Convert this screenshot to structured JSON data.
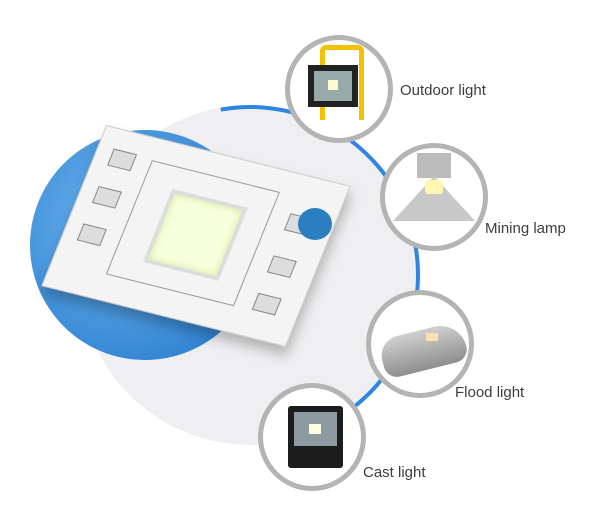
{
  "products": [
    {
      "label": "Outdoor light",
      "icon": "outdoor-light-icon"
    },
    {
      "label": "Mining lamp",
      "icon": "mining-lamp-icon"
    },
    {
      "label": "Flood light",
      "icon": "flood-light-icon"
    },
    {
      "label": "Cast light",
      "icon": "cast-light-icon"
    }
  ],
  "colors": {
    "accent": "#2f86e0",
    "ring": "#b4b4b4",
    "background_circle": "#efeff1"
  }
}
